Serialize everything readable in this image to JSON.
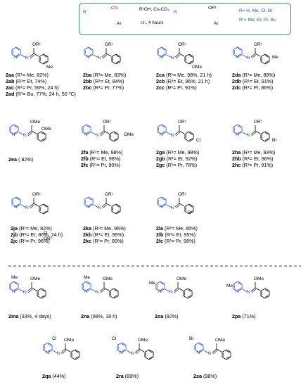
{
  "scheme": {
    "reagent_top": "R¹OH, Cs₂CO₃",
    "reagent_bottom": "r.t., 4 hours",
    "cn": "CN",
    "ar": "Ar",
    "r": "R",
    "or1": "OR¹",
    "cond_r": "R= H, Me, Cl, Br",
    "cond_r1": "R¹= Me, Et, Pr, Bu"
  },
  "compounds": [
    {
      "lines": [
        [
          "2aa",
          " (R¹= Me, 82%)"
        ],
        [
          "2ab",
          " (R¹= Et, 74%)"
        ],
        [
          "2ac",
          " (R¹= Pr, 56%, 24 h)"
        ],
        [
          "2ad",
          " (R¹= Bu, 77%, 24 h, 50 ºC)"
        ]
      ]
    },
    {
      "lines": [
        [
          "2ba",
          " (R¹= Me, 83%)"
        ],
        [
          "2bb",
          " (R¹= Et, 84%)"
        ],
        [
          "2bc",
          " (R¹= Pr, 77%)"
        ]
      ]
    },
    {
      "lines": [
        [
          "2ca",
          " (R¹= Me, 98%, 21 h)"
        ],
        [
          "2cb",
          " (R¹= Et, 96%, 21 h)"
        ],
        [
          "2cc",
          " (R¹= Pr, 91%)"
        ]
      ]
    },
    {
      "lines": [
        [
          "2da",
          " (R¹= Me, 89%)"
        ],
        [
          "2db",
          " (R¹= Et, 91%)"
        ],
        [
          "2dc",
          " (R¹= Pr, 86%)"
        ]
      ]
    },
    {
      "lines": [
        [
          "2ea",
          " ( 82%)"
        ]
      ]
    },
    {
      "lines": [
        [
          "2fa",
          " (R¹= Me, 98%)"
        ],
        [
          "2fb",
          " (R¹= Et, 98%)"
        ],
        [
          "2fc",
          " (R¹= Pr, 90%)"
        ]
      ]
    },
    {
      "lines": [
        [
          "2ga",
          " (R¹= Me, 98%)"
        ],
        [
          "2gb",
          " (R¹= Et, 92%)"
        ],
        [
          "2gc",
          " (R¹= Pr, 78%)"
        ]
      ]
    },
    {
      "lines": [
        [
          "2ha",
          " (R¹= Me, 93%)"
        ],
        [
          "2hb",
          " (R¹= Et, 96%)"
        ],
        [
          "2hc",
          " (R¹= Pr, 91%)"
        ]
      ]
    },
    {
      "lines": [
        [
          "2ja",
          " (R¹= Me, 82%)"
        ],
        [
          "2jb",
          " (R¹= Et, 86%, 24 h)"
        ],
        [
          "2jc",
          " (R¹= Pr, 96%)"
        ]
      ]
    },
    {
      "lines": [
        [
          "2ka",
          " (R¹= Me, 96%)"
        ],
        [
          "2kb",
          " (R¹= Et, 95%)"
        ],
        [
          "2kc",
          " (R¹= Pr, 89%)"
        ]
      ]
    },
    {
      "lines": [
        [
          "2la",
          " (R¹= Me, 85%)"
        ],
        [
          "2lb",
          " (R¹= Et, 95%)"
        ],
        [
          "2lc",
          " (R¹= Pr, 98%)"
        ]
      ]
    },
    {
      "lines": [
        [
          "2ma",
          " (33%, 4 days)"
        ]
      ]
    },
    {
      "lines": [
        [
          "2na",
          " (98%, 18 h)"
        ]
      ]
    },
    {
      "lines": [
        [
          "2oa",
          " (92%)"
        ]
      ]
    },
    {
      "lines": [
        [
          "2pa",
          " (71%)"
        ]
      ]
    },
    {
      "lines": [
        [
          "2qa",
          " (44%)"
        ]
      ]
    },
    {
      "lines": [
        [
          "2ra",
          " (89%)"
        ]
      ]
    },
    {
      "lines": [
        [
          "2sa",
          " (98%)"
        ]
      ]
    }
  ],
  "struct_labels": {
    "or1": "OR¹",
    "ome": "OMe",
    "me": "Me",
    "cl": "Cl",
    "br": "Br",
    "ester_o": "O",
    "ester_or1": "OR¹",
    "s": "S",
    "n": "N"
  },
  "colors": {
    "pyridine": "#1f4fd8",
    "cn": "#d11b1b",
    "box": "#3aa04a",
    "bond": "#000000"
  }
}
